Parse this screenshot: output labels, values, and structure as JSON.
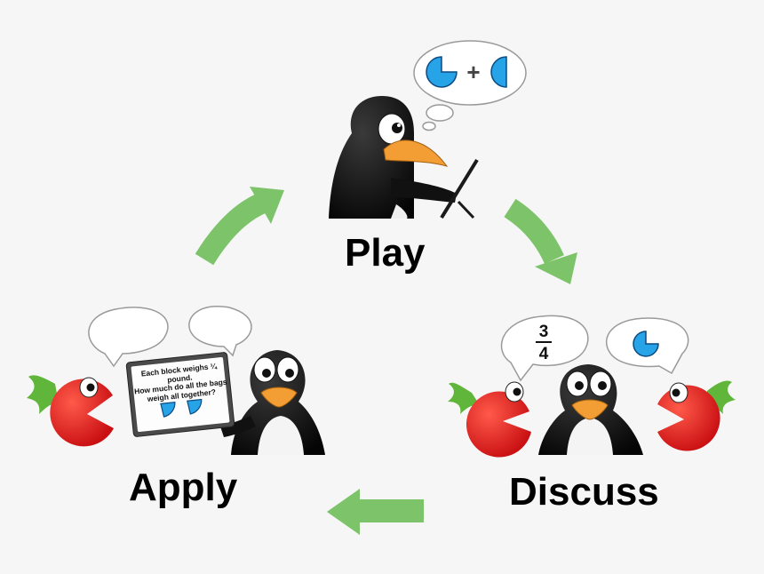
{
  "diagram": {
    "stages": {
      "play": "Play",
      "discuss": "Discuss",
      "apply": "Apply"
    },
    "play_bubble": {
      "operator": "+"
    },
    "discuss_bubble": {
      "numerator": "3",
      "denominator": "4"
    },
    "apply_sign": {
      "line1": "Each block weighs ¼ pound.",
      "line2": "How much do all the bags",
      "line3": "weigh all together?"
    }
  },
  "colors": {
    "arrow": "#7dc36a",
    "penguin_body": "#0e0e0e",
    "beak": "#f29e34",
    "tomato": "#e3181c",
    "leaf": "#5fb63a",
    "fraction_blue": "#27a3e8"
  }
}
